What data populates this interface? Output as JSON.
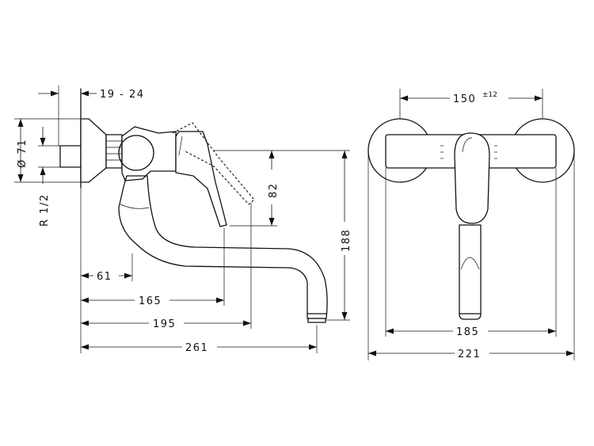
{
  "side_view": {
    "dims": {
      "inlet_offset": "19 - 24",
      "diameter": "Ø 71",
      "thread": "R 1/2",
      "lever_height": "82",
      "total_height": "188",
      "d61": "61",
      "d165": "165",
      "d195": "195",
      "d261": "261"
    }
  },
  "front_view": {
    "dims": {
      "centers": "150",
      "centers_tolerance": "±12",
      "d185": "185",
      "d221": "221"
    }
  }
}
